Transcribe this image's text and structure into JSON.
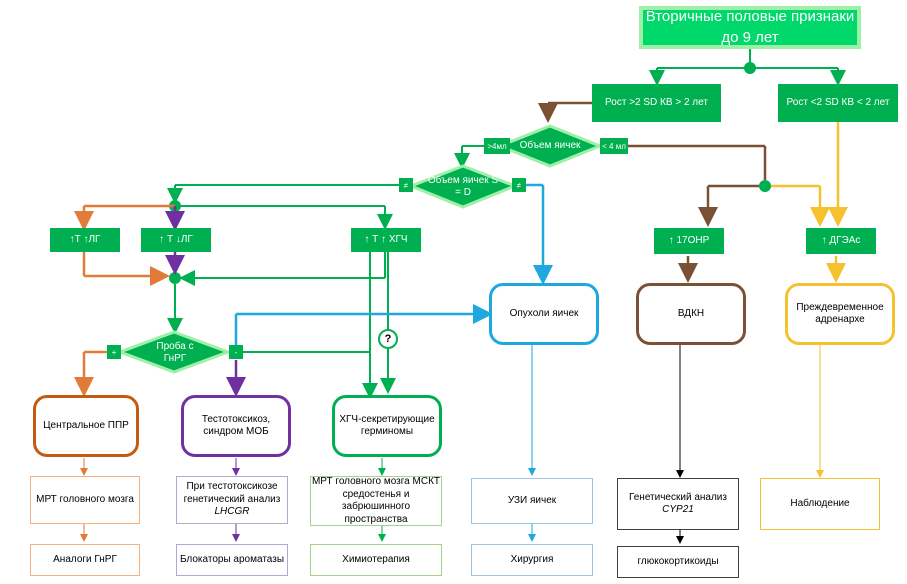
{
  "title": "Вторичные половые признаки до 9 лет",
  "branch_left": "Рост >2 SD КВ > 2 лет",
  "branch_right": "Рост <2 SD КВ < 2 лет",
  "diamond_testes_volume": "Объем яичек",
  "label_gt4": ">4мл",
  "label_lt4": "< 4 мл",
  "diamond_symmetry": "Объем яичек S = D",
  "sym_neq": "≠",
  "sym_neq2": "≠",
  "hormone_1": "↑Т ↑ЛГ",
  "hormone_2": "↑ Т ↓ЛГ",
  "hormone_3": "↑ Т ↑ ХГЧ",
  "hormone_17ohp": "↑ 17ОНР",
  "hormone_dhea": "↑ ДГЭАс",
  "diamond_gnrh": "Проба с ГнРГ",
  "sign_plus": "+",
  "sign_minus": "-",
  "question": "?",
  "dx_central": "Центральное ППР",
  "dx_testotox": "Тестотоксикоз, синдром МОБ",
  "dx_hcg": "ХГЧ-секретирующие герминомы",
  "dx_tumors": "Опухоли яичек",
  "dx_cah": "ВДКН",
  "dx_adrenarche": "Преждевременное адренархе",
  "test_central": "МРТ головного мозга",
  "test_testotox_prefix": "При тестотоксикозе генетический анализ",
  "test_testotox_gene": "LHCGR",
  "test_hcg": "МРТ головного мозга МСКТ средостенья и забрюшинного пространства",
  "test_tumors": "УЗИ яичек",
  "test_cah_prefix": "Генетический анализ",
  "test_cah_gene": "CYP21",
  "test_adrenarche": "Наблюдение",
  "tx_central": "Аналоги ГнРГ",
  "tx_testotox": "Блокаторы ароматазы",
  "tx_hcg": "Химиотерапия",
  "tx_tumors": "Хирургия",
  "tx_cah": "глюкокортикоиды",
  "colors": {
    "green": "#00b050",
    "orange": "#e07b39",
    "purple": "#7030a0",
    "blue": "#1fa7e0",
    "brown": "#7b5136",
    "yellow": "#f5c12e",
    "black": "#000000"
  }
}
